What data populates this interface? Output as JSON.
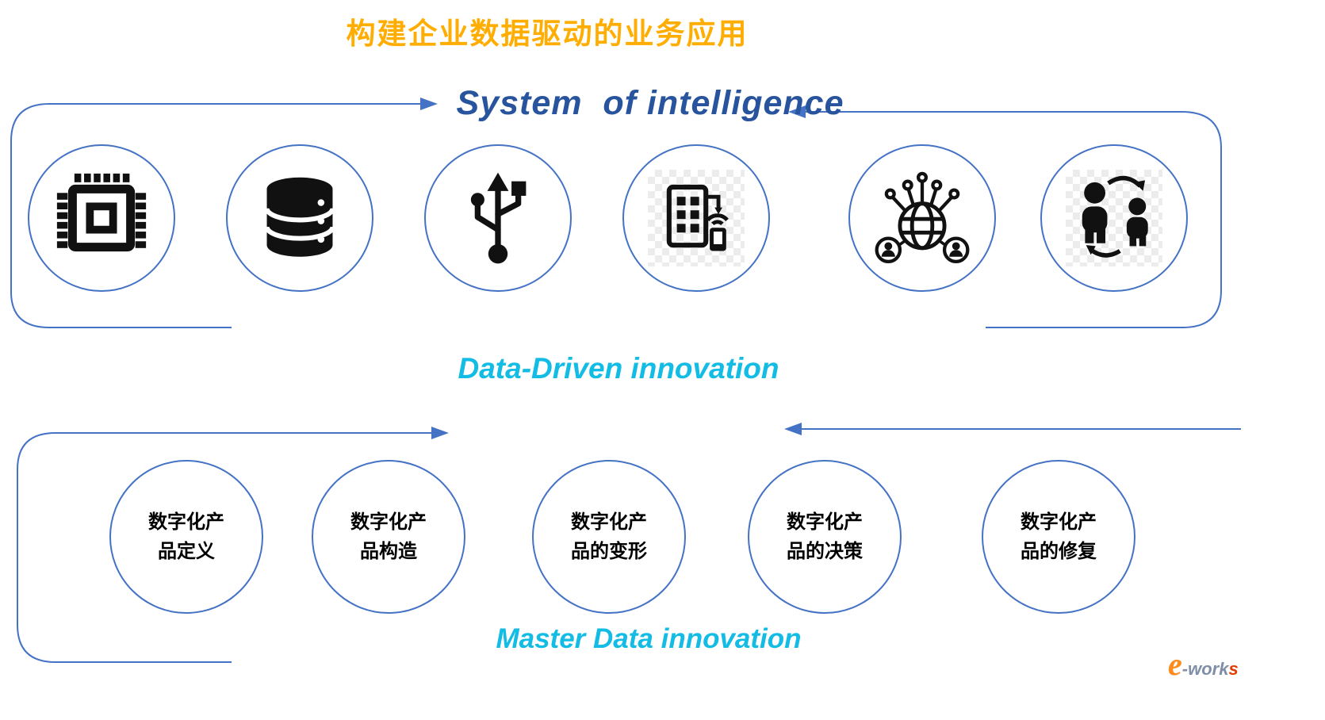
{
  "page": {
    "title": "构建企业数据驱动的业务应用"
  },
  "top_section": {
    "heading": "System  of intelligence",
    "caption": "Data-Driven innovation",
    "icons": [
      {
        "name": "cpu-chip-icon"
      },
      {
        "name": "database-icon"
      },
      {
        "name": "usb-connector-icon"
      },
      {
        "name": "smart-device-icon"
      },
      {
        "name": "global-network-icon"
      },
      {
        "name": "people-exchange-icon"
      }
    ]
  },
  "bottom_section": {
    "caption": "Master Data innovation",
    "nodes": [
      {
        "line1": "数字化产",
        "line2": "品定义"
      },
      {
        "line1": "数字化产",
        "line2": "品构造"
      },
      {
        "line1": "数字化产",
        "line2": "品的变形"
      },
      {
        "line1": "数字化产",
        "line2": "品的决策"
      },
      {
        "line1": "数字化产",
        "line2": "品的修复"
      }
    ]
  },
  "logo": {
    "part1": "e",
    "part2": "-work",
    "part3": "s"
  },
  "colors": {
    "title": "#FFAD00",
    "heading": "#28549E",
    "caption": "#12BCE4",
    "circle_border": "#4472C4",
    "icon": "#111111"
  }
}
